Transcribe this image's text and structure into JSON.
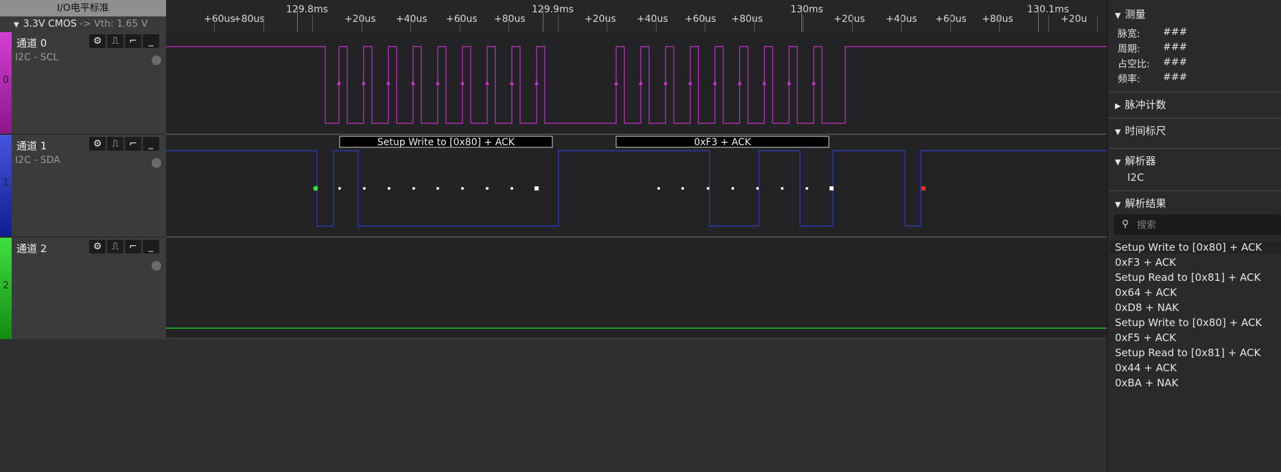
{
  "header": {
    "io_standard": "I/O电平标准",
    "voltage": "3.3V CMOS",
    "vth": "-> Vth: 1.65 V"
  },
  "ruler": {
    "labels": [
      "+60us",
      "+80us",
      "129.8ms",
      "+20us",
      "+40us",
      "+60us",
      "+80us",
      "129.9ms",
      "+20us",
      "+40us",
      "+60us",
      "+80us",
      "130ms",
      "+20us",
      "+40us",
      "+60us",
      "+80us",
      "130.1ms",
      "+20u"
    ]
  },
  "channels": [
    {
      "name": "通道 0",
      "sub": "I2C - SCL",
      "index": "0",
      "color": "#c930c9"
    },
    {
      "name": "通道 1",
      "sub": "I2C - SDA",
      "index": "1",
      "color": "#2b3ec9"
    },
    {
      "name": "通道 2",
      "sub": "",
      "index": "2",
      "color": "#22c722"
    }
  ],
  "decode_labels": [
    "Setup Write to [0x80] + ACK",
    "0xF3 + ACK"
  ],
  "panel": {
    "measure_title": "测量",
    "measure": [
      {
        "k": "脉宽:",
        "v": "###"
      },
      {
        "k": "周期:",
        "v": "###"
      },
      {
        "k": "占空比:",
        "v": "###"
      },
      {
        "k": "频率:",
        "v": "###"
      }
    ],
    "pulse_count": "脉冲计数",
    "time_ruler": "时间标尺",
    "decoder": "解析器",
    "decoder_item": "I2C",
    "results_title": "解析结果",
    "search_placeholder": "搜索",
    "results": [
      "Setup Write to [0x80] + ACK",
      "0xF3 + ACK",
      "Setup Read to [0x81] + ACK",
      "0x64 + ACK",
      "0xD8 + NAK",
      "Setup Write to [0x80] + ACK",
      "0xF5 + ACK",
      "Setup Read to [0x81] + ACK",
      "0x44 + ACK",
      "0xBA + NAK"
    ]
  }
}
